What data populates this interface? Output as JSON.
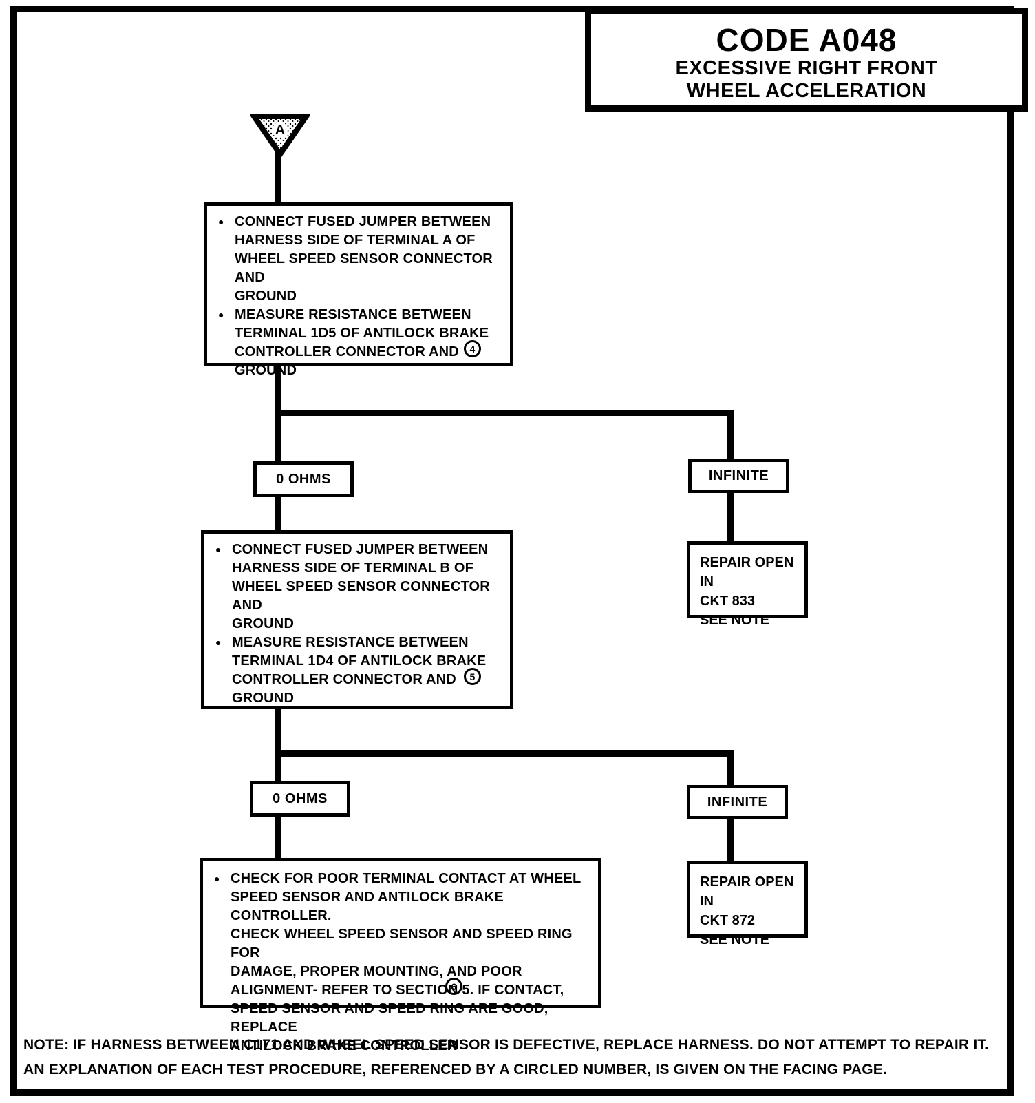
{
  "page": {
    "title": "CODE A048",
    "subtitle_line1": "EXCESSIVE RIGHT FRONT",
    "subtitle_line2": "WHEEL ACCELERATION",
    "connector_label": "A"
  },
  "colors": {
    "ink": "#000000",
    "paper": "#ffffff"
  },
  "flow": {
    "step1": {
      "items": [
        {
          "text": "CONNECT FUSED JUMPER BETWEEN\nHARNESS SIDE OF TERMINAL A OF\nWHEEL SPEED SENSOR CONNECTOR AND\nGROUND"
        },
        {
          "text": "MEASURE RESISTANCE BETWEEN\nTERMINAL 1D5 OF ANTILOCK BRAKE\nCONTROLLER CONNECTOR AND\nGROUND"
        }
      ],
      "ref_number": "4"
    },
    "step1_results": {
      "left": "0 OHMS",
      "right": "INFINITE"
    },
    "repair1": {
      "text": "REPAIR OPEN IN\nCKT 833\nSEE NOTE"
    },
    "step2": {
      "items": [
        {
          "text": "CONNECT FUSED JUMPER BETWEEN\nHARNESS SIDE OF TERMINAL B OF\nWHEEL SPEED SENSOR CONNECTOR AND\nGROUND"
        },
        {
          "text": "MEASURE RESISTANCE BETWEEN\nTERMINAL 1D4 OF ANTILOCK BRAKE\nCONTROLLER CONNECTOR AND\nGROUND"
        }
      ],
      "ref_number": "5"
    },
    "step2_results": {
      "left": "0 OHMS",
      "right": "INFINITE"
    },
    "repair2": {
      "text": "REPAIR OPEN IN\nCKT 872\nSEE NOTE"
    },
    "step3": {
      "text": "CHECK FOR POOR TERMINAL CONTACT AT WHEEL\nSPEED SENSOR AND ANTILOCK BRAKE CONTROLLER.\nCHECK WHEEL SPEED SENSOR AND SPEED RING FOR\nDAMAGE, PROPER MOUNTING, AND POOR\nALIGNMENT- REFER TO SECTION 5. IF CONTACT,\nSPEED SENSOR AND SPEED RING ARE GOOD, REPLACE\nANTILOCK BRAKE CONTROLLER",
      "ref_number": "6"
    }
  },
  "note": {
    "line1": "NOTE: IF HARNESS BETWEEN C171 AND WHEEL SPEED SENSOR IS DEFECTIVE, REPLACE HARNESS. DO NOT ATTEMPT TO REPAIR IT.",
    "line2": "AN EXPLANATION OF EACH TEST PROCEDURE, REFERENCED BY A CIRCLED NUMBER,  IS GIVEN ON THE FACING PAGE."
  }
}
